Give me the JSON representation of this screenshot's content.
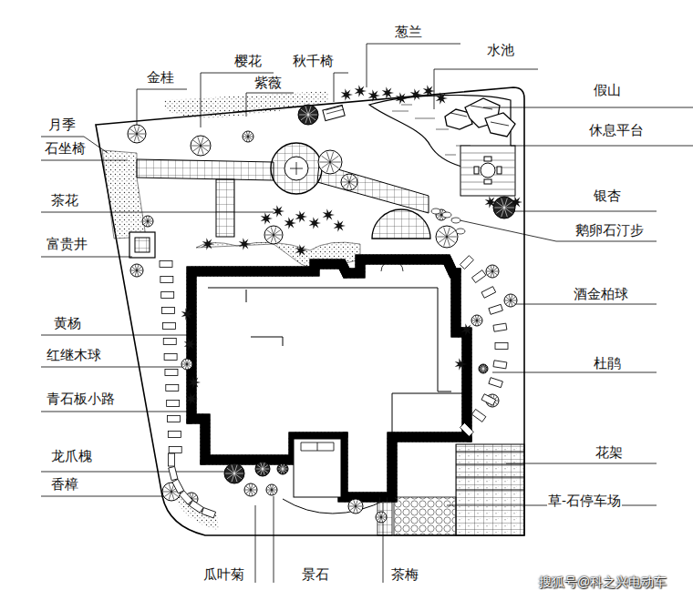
{
  "diagram": {
    "labels": [
      "葱兰",
      "水池",
      "樱花",
      "秋千椅",
      "金桂",
      "紫薇",
      "假山",
      "休息平台",
      "月季",
      "石坐椅",
      "银杏",
      "茶花",
      "鹅卵石汀步",
      "富贵井",
      "酒金柏球",
      "黄杨",
      "红继木球",
      "杜鹃",
      "青石板小路",
      "花架",
      "龙爪槐",
      "香樟",
      "草-石停车场",
      "瓜叶菊",
      "景石",
      "茶梅",
      "搜狐号@科之兴电动车"
    ]
  }
}
